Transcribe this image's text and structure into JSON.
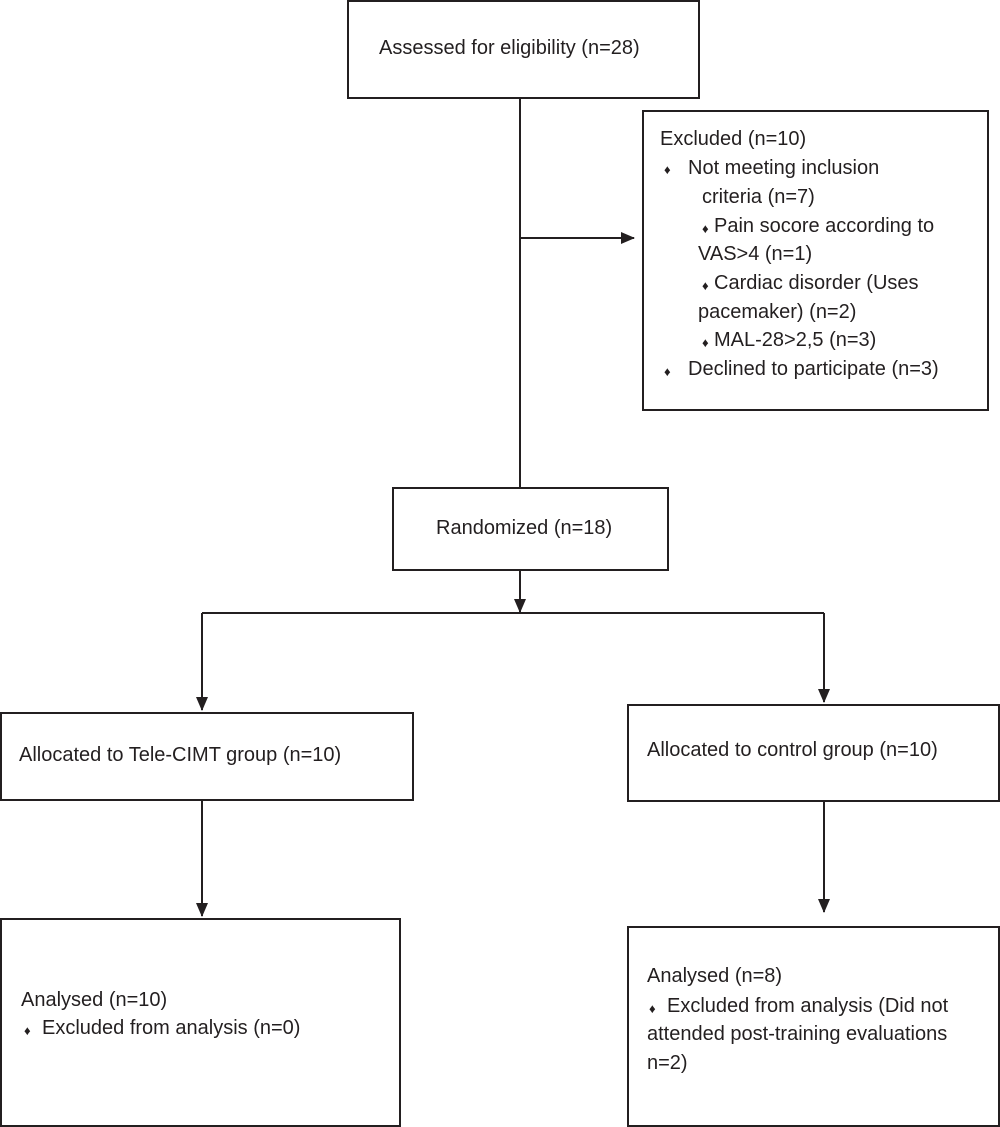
{
  "assessed": {
    "text": "Assessed for eligibility (n=28)"
  },
  "excluded": {
    "title": "Excluded (n=10)",
    "not_meeting_1": "Not meeting inclusion",
    "not_meeting_2": "criteria (n=7)",
    "pain_1": "Pain socore according to",
    "pain_2": "VAS>4  (n=1)",
    "cardiac_1": "Cardiac disorder (Uses",
    "cardiac_2": "pacemaker) (n=2)",
    "mal": "MAL-28>2,5 (n=3)",
    "declined": "Declined to participate (n=3)",
    "bullet": "♦"
  },
  "randomized": {
    "text": "Randomized (n=18)"
  },
  "tele_group": {
    "text": "Allocated to Tele-CIMT group (n=10)"
  },
  "control_group": {
    "text": "Allocated to control group (n=10)"
  },
  "tele_analysed": {
    "title": "Analysed (n=10)",
    "excluded": "Excluded from analysis (n=0)"
  },
  "control_analysed": {
    "title": "Analysed (n=8)",
    "excluded_1": "Excluded from analysis (Did not",
    "excluded_2": "attended post-training evaluations",
    "excluded_3": "n=2)"
  }
}
